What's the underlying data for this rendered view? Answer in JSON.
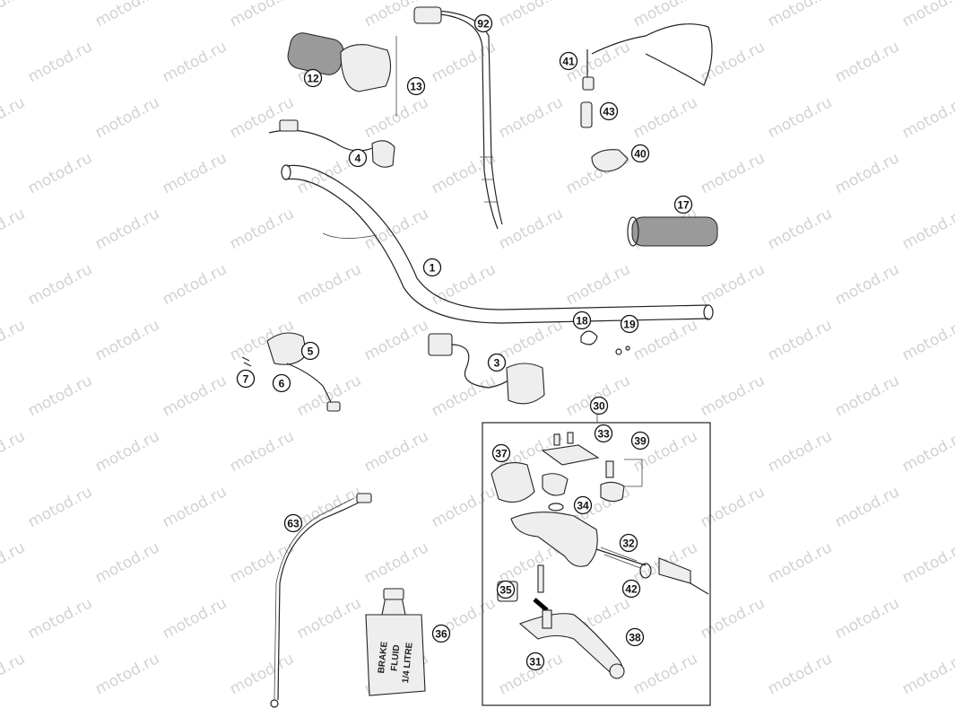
{
  "watermark": "motod.ru",
  "callouts": [
    {
      "label": "92"
    },
    {
      "label": "12"
    },
    {
      "label": "13"
    },
    {
      "label": "4"
    },
    {
      "label": "41"
    },
    {
      "label": "43"
    },
    {
      "label": "40"
    },
    {
      "label": "17"
    },
    {
      "label": "1"
    },
    {
      "label": "18"
    },
    {
      "label": "19"
    },
    {
      "label": "5"
    },
    {
      "label": "7"
    },
    {
      "label": "6"
    },
    {
      "label": "3"
    },
    {
      "label": "30"
    },
    {
      "label": "33"
    },
    {
      "label": "39"
    },
    {
      "label": "37"
    },
    {
      "label": "34"
    },
    {
      "label": "32"
    },
    {
      "label": "42"
    },
    {
      "label": "35"
    },
    {
      "label": "38"
    },
    {
      "label": "31"
    },
    {
      "label": "63"
    },
    {
      "label": "36"
    }
  ],
  "bottle_label": [
    "BRAKE",
    "FLUID",
    "1/4 LITRE"
  ],
  "icons": [
    "pointer-arrow-icon"
  ]
}
